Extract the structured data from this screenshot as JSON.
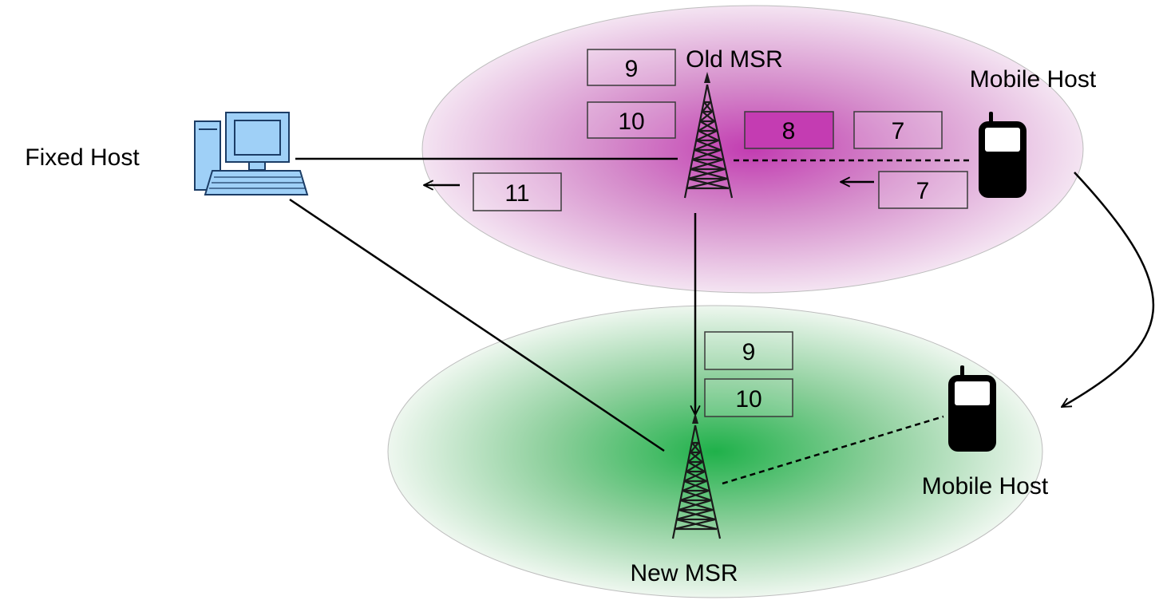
{
  "labels": {
    "old_msr": "Old MSR",
    "new_msr": "New MSR",
    "fixed_host": "Fixed Host",
    "mobile_host_top": "Mobile Host",
    "mobile_host_bottom": "Mobile Host"
  },
  "packets": {
    "old_9": "9",
    "old_10": "10",
    "old_8": "8",
    "old_7_top": "7",
    "old_7_bottom": "7",
    "old_11": "11",
    "new_9": "9",
    "new_10": "10"
  },
  "colors": {
    "old_cell": "#c040b0",
    "new_cell": "#1faa45",
    "packet_8_fill": "#c43cb2",
    "computer_screen": "#9fd0f7",
    "line": "#000000"
  },
  "icons": {
    "fixed_host": "desktop-computer-icon",
    "msr": "cell-tower-icon",
    "mobile_host": "mobile-phone-icon"
  }
}
